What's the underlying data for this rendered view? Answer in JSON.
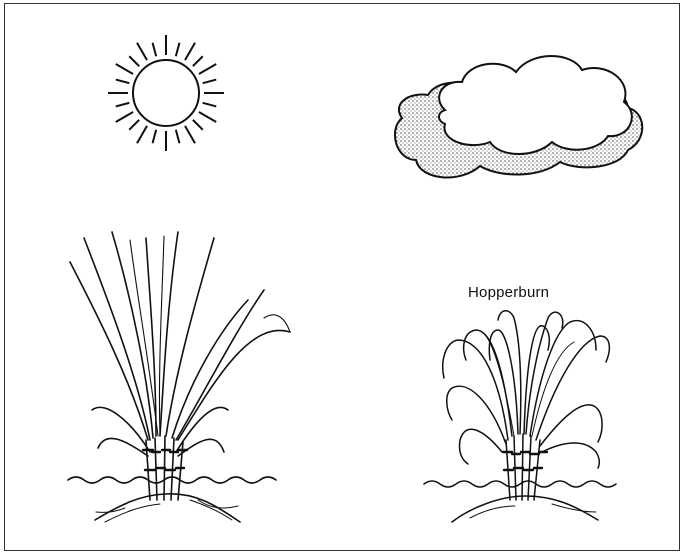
{
  "figure": {
    "label": "Hopperburn",
    "elements": [
      "sun-icon",
      "cloud-icon",
      "healthy-plant",
      "hopperburned-plant"
    ]
  }
}
